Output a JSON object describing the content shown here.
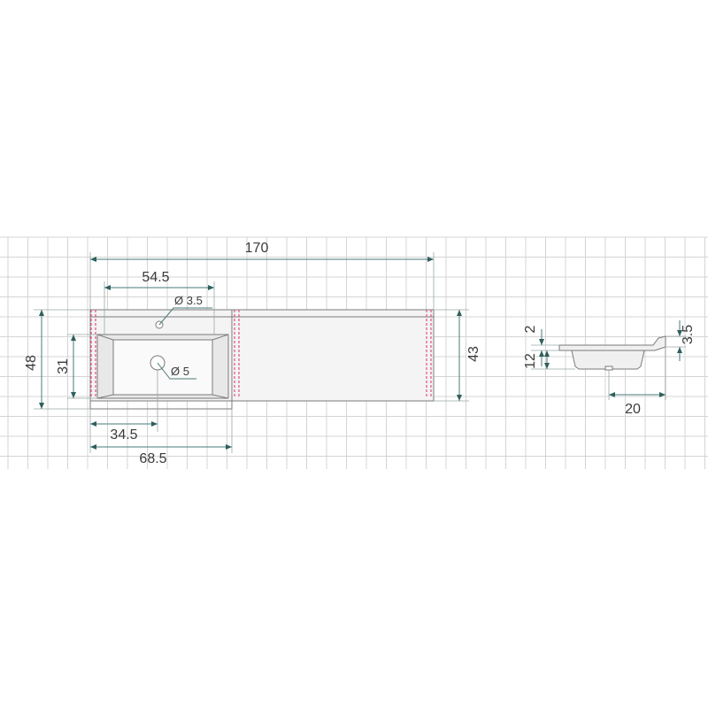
{
  "dimensions": {
    "overall_length": "170",
    "basin_offset": "54.5",
    "tap_hole_diameter": "Ø 3.5",
    "drain_diameter": "Ø 5",
    "overall_depth": "48",
    "basin_depth": "31",
    "right_depth": "43",
    "drain_offset": "34.5",
    "basin_section_width": "68.5",
    "side_top_thickness": "2",
    "side_body_height": "12",
    "side_upstand_height": "3.5",
    "side_drain_offset": "20"
  },
  "colors": {
    "grid": "#d4d4d4",
    "outline": "#7a7a7a",
    "dimension": "#4a7a78",
    "hidden_line": "#e0507a",
    "surface": "#f2f2f2"
  }
}
